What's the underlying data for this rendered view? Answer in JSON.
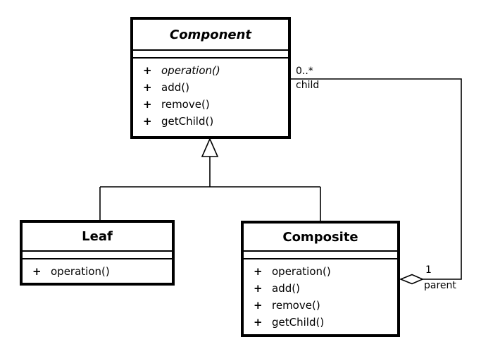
{
  "colors": {
    "background": "#ffffff",
    "line": "#000000"
  },
  "classes": {
    "component": {
      "name": "Component",
      "methods": [
        {
          "visibility": "+",
          "name": "operation()"
        },
        {
          "visibility": "+",
          "name": "add()"
        },
        {
          "visibility": "+",
          "name": "remove()"
        },
        {
          "visibility": "+",
          "name": "getChild()"
        }
      ]
    },
    "leaf": {
      "name": "Leaf",
      "methods": [
        {
          "visibility": "+",
          "name": "operation()"
        }
      ]
    },
    "composite": {
      "name": "Composite",
      "methods": [
        {
          "visibility": "+",
          "name": "operation()"
        },
        {
          "visibility": "+",
          "name": "add()"
        },
        {
          "visibility": "+",
          "name": "remove()"
        },
        {
          "visibility": "+",
          "name": "getChild()"
        }
      ]
    }
  },
  "relationships": {
    "aggregation": {
      "child_multiplicity": "0..*",
      "child_role": "child",
      "parent_multiplicity": "1",
      "parent_role": "parent"
    }
  }
}
